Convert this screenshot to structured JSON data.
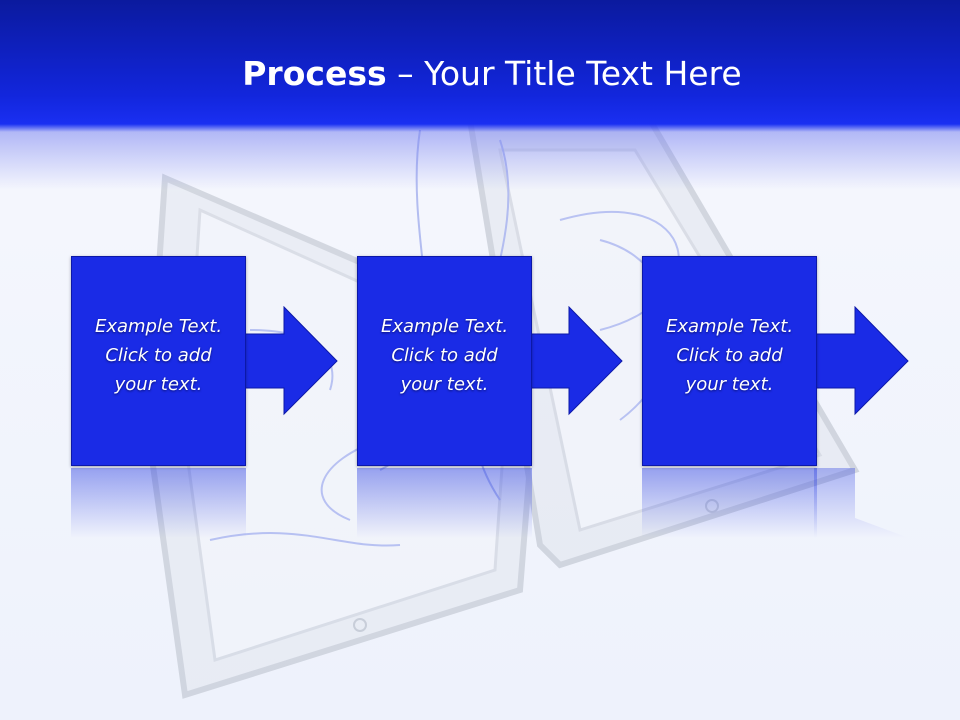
{
  "title": {
    "bold": "Process",
    "rest": " – Your Title Text Here"
  },
  "steps": [
    {
      "text": "Example Text.\nClick  to add\nyour text."
    },
    {
      "text": "Example Text.\nClick  to add\nyour text."
    },
    {
      "text": "Example Text.\nClick  to add\nyour text."
    }
  ],
  "colors": {
    "header_top": "#0b1a9e",
    "header_band": "#1a2ff2",
    "box_fill": "#1a2be6",
    "text": "#ffffff"
  }
}
